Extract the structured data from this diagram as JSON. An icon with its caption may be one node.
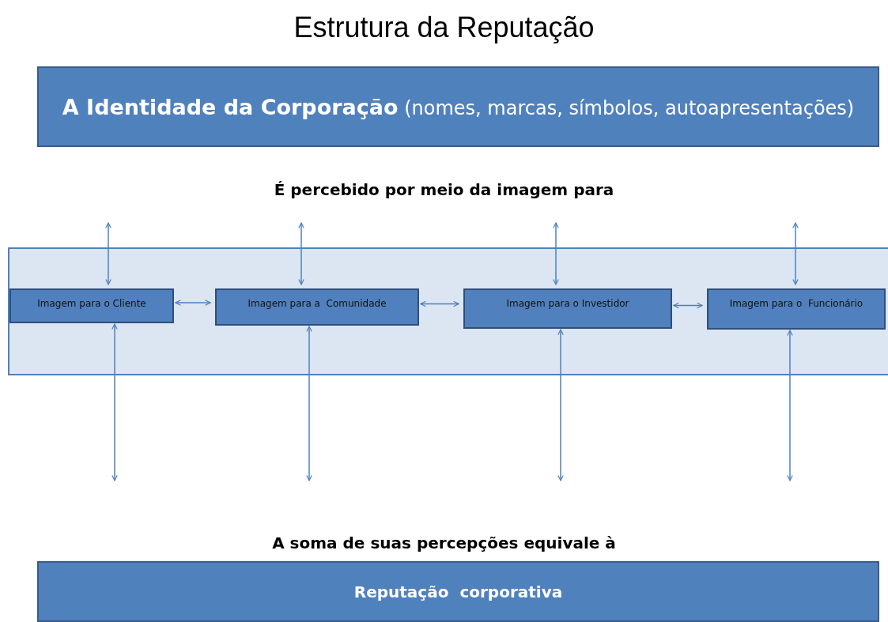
{
  "diagram": {
    "title": "Estrutura da Reputação",
    "nodes": [
      {
        "text": [
          "**A Identidade da Corporação** (nomes, marcas, símbolos, autoapresentações)"
        ]
      },
      {
        "text": [],
        "shape": "box"
      },
      {
        "text": [
          "Imagem para o Cliente"
        ],
        "in": 1
      },
      {
        "text": [
          "Imagem para a  Comunidade"
        ],
        "in": 1
      },
      {
        "text": [
          "Imagem para o Investidor"
        ],
        "in": 1
      },
      {
        "text": [
          "Imagem para o  Funcionário"
        ],
        "in": 1
      },
      {
        "text": [
          "Reputação  corporativa"
        ]
      }
    ],
    "edges": [
      {
        "from": 2,
        "to": 3,
        "arrow": "both"
      },
      {
        "from": 3,
        "to": 4,
        "arrow": "both"
      },
      {
        "from": 4,
        "to": 5,
        "arrow": "both"
      },
      {
        "from": null,
        "to": 2,
        "arrow": "both"
      },
      {
        "from": null,
        "to": 3,
        "arrow": "both"
      },
      {
        "from": null,
        "to": 4,
        "arrow": "both"
      },
      {
        "from": null,
        "to": 5,
        "arrow": "both"
      },
      {
        "from": 2,
        "to": null,
        "arrow": "both"
      },
      {
        "from": 3,
        "to": null,
        "arrow": "both"
      },
      {
        "from": 4,
        "to": null,
        "arrow": "both"
      },
      {
        "from": 5,
        "to": null,
        "arrow": "both"
      }
    ],
    "labels": [
      "É percebido por meio da imagem para",
      "A soma de suas percepções equivale à"
    ]
  }
}
